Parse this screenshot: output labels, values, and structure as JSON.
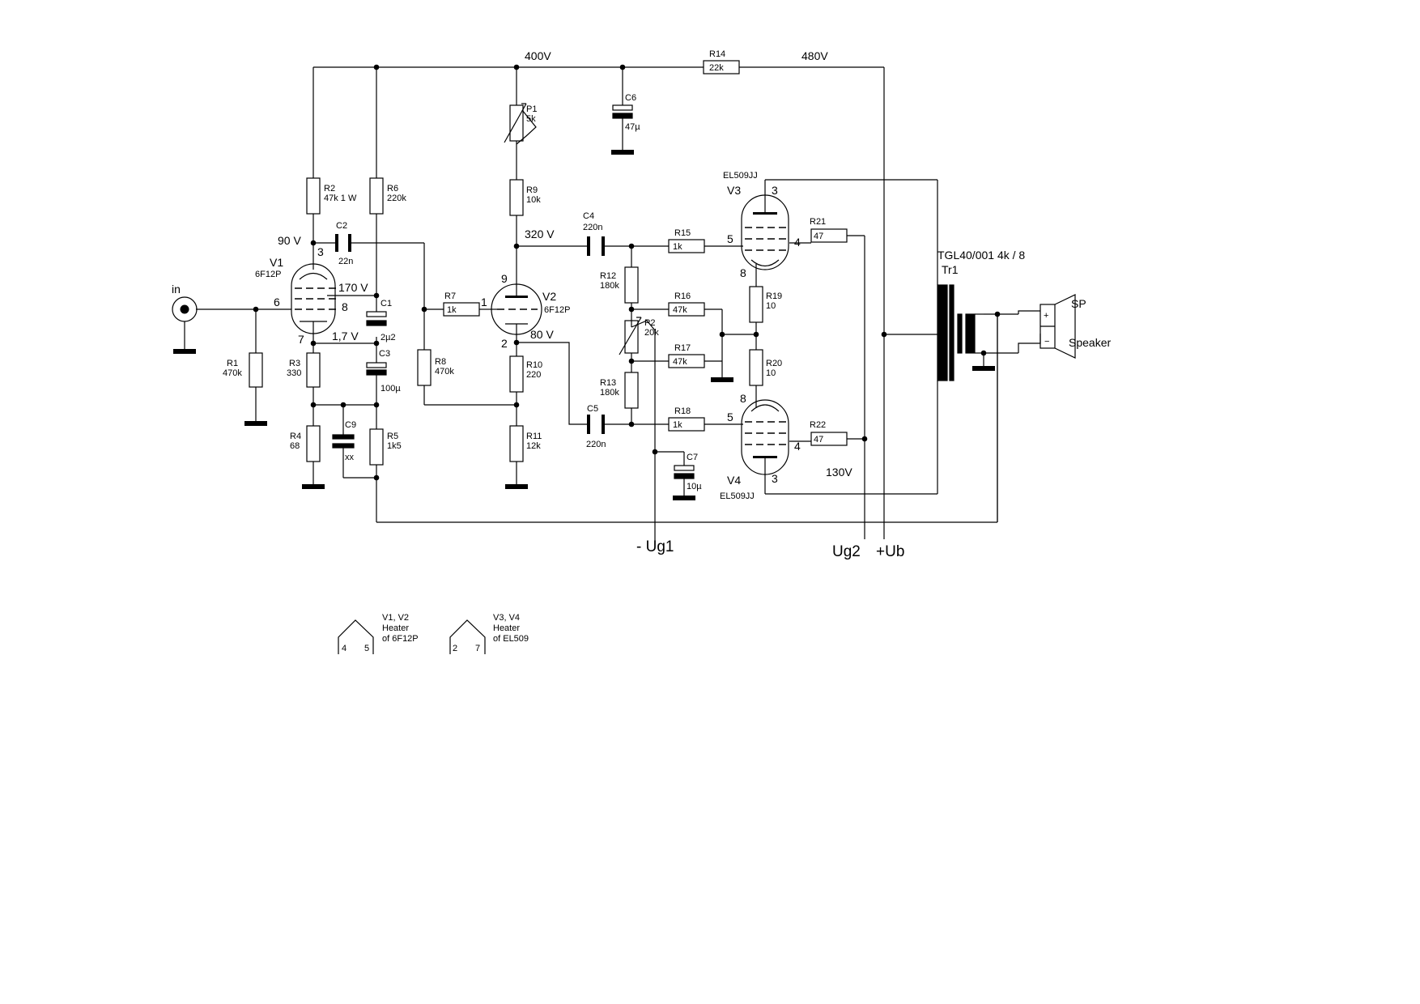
{
  "voltages": {
    "v400": "400V",
    "v480": "480V",
    "v90": "90 V",
    "v320": "320 V",
    "v170": "170 V",
    "v1_7": "1,7 V",
    "v80": "80 V",
    "v130": "130V"
  },
  "input_label": "in",
  "terminals": {
    "ug1": "- Ug1",
    "ug2": "Ug2",
    "ub": "+Ub"
  },
  "transformer": {
    "type": "TGL40/001 4k / 8",
    "ref": "Tr1"
  },
  "speaker": {
    "ref": "SP",
    "label": "Speaker",
    "plus": "+",
    "minus": "−"
  },
  "tubes": {
    "V1": {
      "ref": "V1",
      "type": "6F12P",
      "pin_a": "3",
      "pin_g": "6",
      "pin_k": "7",
      "pin_s": "8"
    },
    "V2": {
      "ref": "V2",
      "type": "6F12P",
      "pin_a": "9",
      "pin_g": "1",
      "pin_k": "2"
    },
    "V3": {
      "ref": "V3",
      "type": "EL509JJ",
      "pin_a": "3",
      "pin_g": "5",
      "pin_s": "4",
      "pin_k": "8"
    },
    "V4": {
      "ref": "V4",
      "type": "EL509JJ",
      "pin_a": "3",
      "pin_g": "5",
      "pin_s": "4",
      "pin_k": "8"
    }
  },
  "resistors": {
    "R1": {
      "ref": "R1",
      "value": "470k"
    },
    "R2": {
      "ref": "R2",
      "value": "47k 1 W"
    },
    "R3": {
      "ref": "R3",
      "value": "330"
    },
    "R4": {
      "ref": "R4",
      "value": "68"
    },
    "R5": {
      "ref": "R5",
      "value": "1k5"
    },
    "R6": {
      "ref": "R6",
      "value": "220k"
    },
    "R7": {
      "ref": "R7",
      "value": "1k"
    },
    "R8": {
      "ref": "R8",
      "value": "470k"
    },
    "R9": {
      "ref": "R9",
      "value": "10k"
    },
    "R10": {
      "ref": "R10",
      "value": "220"
    },
    "R11": {
      "ref": "R11",
      "value": "12k"
    },
    "R12": {
      "ref": "R12",
      "value": "180k"
    },
    "R13": {
      "ref": "R13",
      "value": "180k"
    },
    "R14": {
      "ref": "R14",
      "value": "22k"
    },
    "R15": {
      "ref": "R15",
      "value": "1k"
    },
    "R16": {
      "ref": "R16",
      "value": "47k"
    },
    "R17": {
      "ref": "R17",
      "value": "47k"
    },
    "R18": {
      "ref": "R18",
      "value": "1k"
    },
    "R19": {
      "ref": "R19",
      "value": "10"
    },
    "R20": {
      "ref": "R20",
      "value": "10"
    },
    "R21": {
      "ref": "R21",
      "value": "47"
    },
    "R22": {
      "ref": "R22",
      "value": "47"
    }
  },
  "pots": {
    "P1": {
      "ref": "P1",
      "value": "5k"
    },
    "P2": {
      "ref": "P2",
      "value": "20k"
    }
  },
  "capacitors": {
    "C1": {
      "ref": "C1",
      "value": "2µ2"
    },
    "C2": {
      "ref": "C2",
      "value": "22n"
    },
    "C3": {
      "ref": "C3",
      "value": "100µ"
    },
    "C4": {
      "ref": "C4",
      "value": "220n"
    },
    "C5": {
      "ref": "C5",
      "value": "220n"
    },
    "C6": {
      "ref": "C6",
      "value": "47µ"
    },
    "C7": {
      "ref": "C7",
      "value": "10µ"
    },
    "C9": {
      "ref": "C9",
      "value": "xx"
    }
  },
  "heaters": [
    {
      "pins": [
        "4",
        "5"
      ],
      "lines": [
        "V1, V2",
        "Heater",
        "of 6F12P"
      ]
    },
    {
      "pins": [
        "2",
        "7"
      ],
      "lines": [
        "V3, V4",
        "Heater",
        "of EL509"
      ]
    }
  ]
}
